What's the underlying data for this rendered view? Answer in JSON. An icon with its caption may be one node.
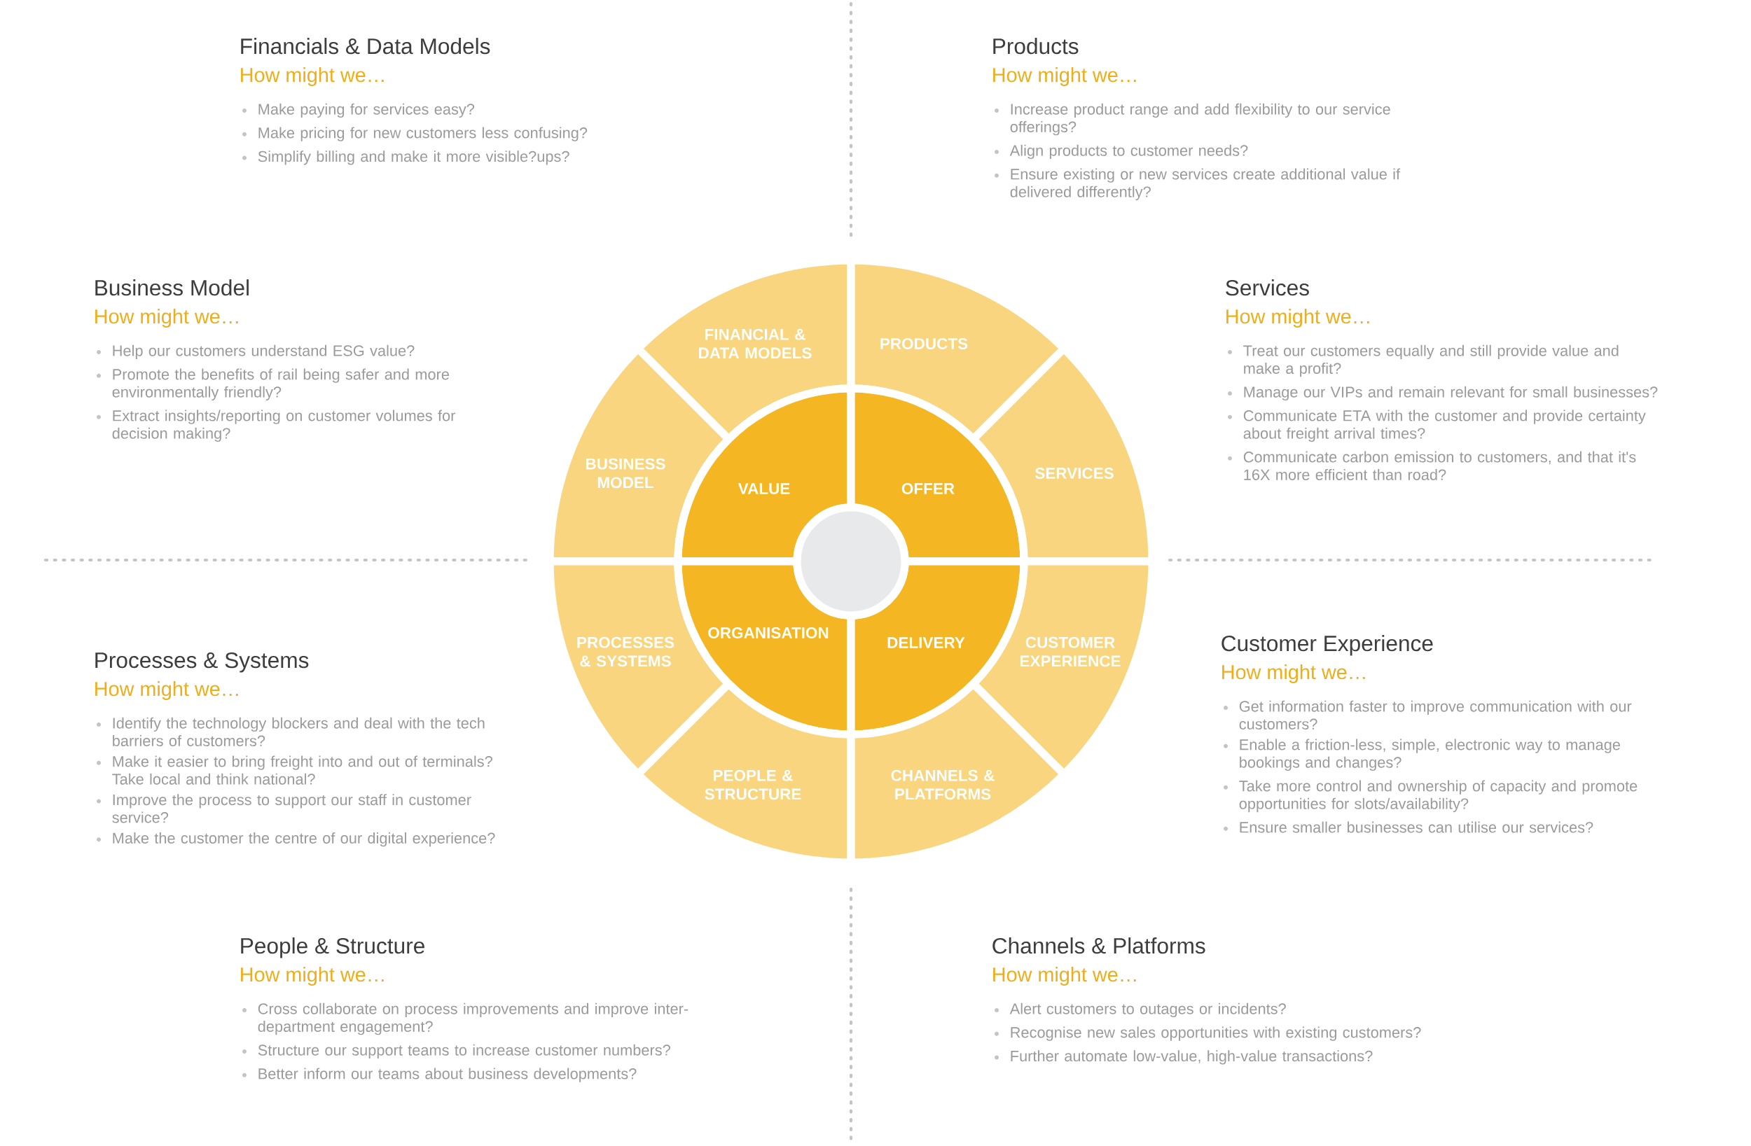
{
  "diagram": {
    "nodes": [
      {
        "text": [
          "FINANCIAL & DATA MODELS"
        ]
      },
      {
        "text": [
          "PRODUCTS"
        ]
      },
      {
        "text": [
          "BUSINESS MODEL"
        ]
      },
      {
        "text": [
          "VALUE"
        ]
      },
      {
        "text": [
          "OFFER"
        ]
      },
      {
        "text": [
          "SERVICES"
        ]
      },
      {
        "text": [
          "PROCESSES & SYSTEMS"
        ]
      },
      {
        "text": [
          "ORGANISATION"
        ]
      },
      {
        "text": [
          "DELIVERY"
        ]
      },
      {
        "text": [
          "CUSTOMER EXPERIENCE"
        ]
      },
      {
        "text": [
          "PEOPLE & STRUCTURE"
        ]
      },
      {
        "text": [
          "CHANNELS & PLATFORMS"
        ]
      },
      {
        "text": [],
        "shape": "circle"
      }
    ],
    "edges": [],
    "labels": [
      "Financials & Data Models",
      "How might we…",
      "Make paying for services easy?",
      "Make pricing for new customers less confusing?",
      "Simplify billing and make it more visible?ups?",
      "Products",
      "How might we…",
      "Increase product range and add flexibility to our service offerings?",
      "Align products to customer needs?",
      "Ensure existing or new services create additional value if delivered differently?",
      "Business Model",
      "How might we…",
      "Help our customers understand ESG value?",
      "Promote the benefits of rail being safer and more environmentally friendly?",
      "Extract insights/reporting on customer volumes for decision making?",
      "Services",
      "How might we…",
      "Treat our customers equally and still provide value and make a profit?",
      "Manage our VIPs and remain relevant for small businesses?",
      "Communicate ETA with the customer and provide certainty about freight arrival times?",
      "Communicate carbon emission to customers, and that it's 16X more efficient than road?",
      "Processes & Systems",
      "How might we…",
      "Identify the technology blockers and deal with the tech barriers of customers?",
      "Make it easier to bring freight into and out of terminals? Take local and think national?",
      "Improve the process to support our staff in customer service?",
      "Make the customer the centre of our digital experience?",
      "Customer Experience",
      "How might we…",
      "Get information faster to improve communication with our customers?",
      "Enable a friction-less, simple, electronic way to manage bookings and changes?",
      "Take more control and ownership of capacity and promote opportunities for slots/availability?",
      "Ensure smaller businesses can utilise our services?",
      "People & Structure",
      "How might we…",
      "Cross collaborate on process improvements and improve inter-department engagement?",
      "Structure our support teams to increase customer numbers?",
      "Better inform our teams about business developments?",
      "Channels & Platforms",
      "How might we…",
      "Alert customers to outages or incidents?",
      "Recognise new sales opportunities with existing customers?",
      "Further automate low-value, high-value transactions?"
    ]
  }
}
